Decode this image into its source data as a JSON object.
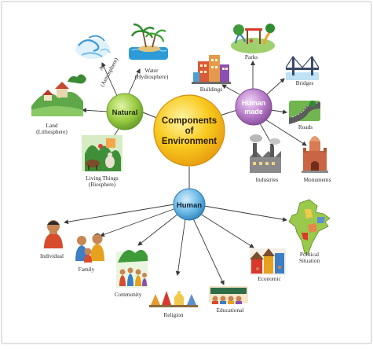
{
  "diagram": {
    "center": {
      "line1": "Components",
      "line2": "of",
      "line3": "Environment"
    },
    "natural": {
      "label": "Natural",
      "leaves": {
        "air": {
          "line1": "Air",
          "line2": "(Atmosphere)"
        },
        "water": {
          "line1": "Water",
          "line2": "(Hydrosphere)"
        },
        "land": {
          "line1": "Land",
          "line2": "(Lithosphere)"
        },
        "living": {
          "line1": "Living Things",
          "line2": "(Biosphere)"
        }
      }
    },
    "human_made": {
      "line1": "Human",
      "line2": "made",
      "leaves": {
        "parks": "Parks",
        "buildings": "Buildings",
        "bridges": "Bridges",
        "roads": "Roads",
        "industries": "Industries",
        "monuments": "Monuments"
      }
    },
    "human": {
      "label": "Human",
      "leaves": {
        "individual": "Individual",
        "family": "Family",
        "community": "Community",
        "religion": "Religion",
        "educational": "Educational",
        "economic": "Economic",
        "political": {
          "line1": "Political",
          "line2": "Situation"
        }
      }
    }
  },
  "colors": {
    "center": "#f7c21a",
    "natural": "#8cc63f",
    "human_made": "#b278c3",
    "human": "#5fb5e3"
  }
}
